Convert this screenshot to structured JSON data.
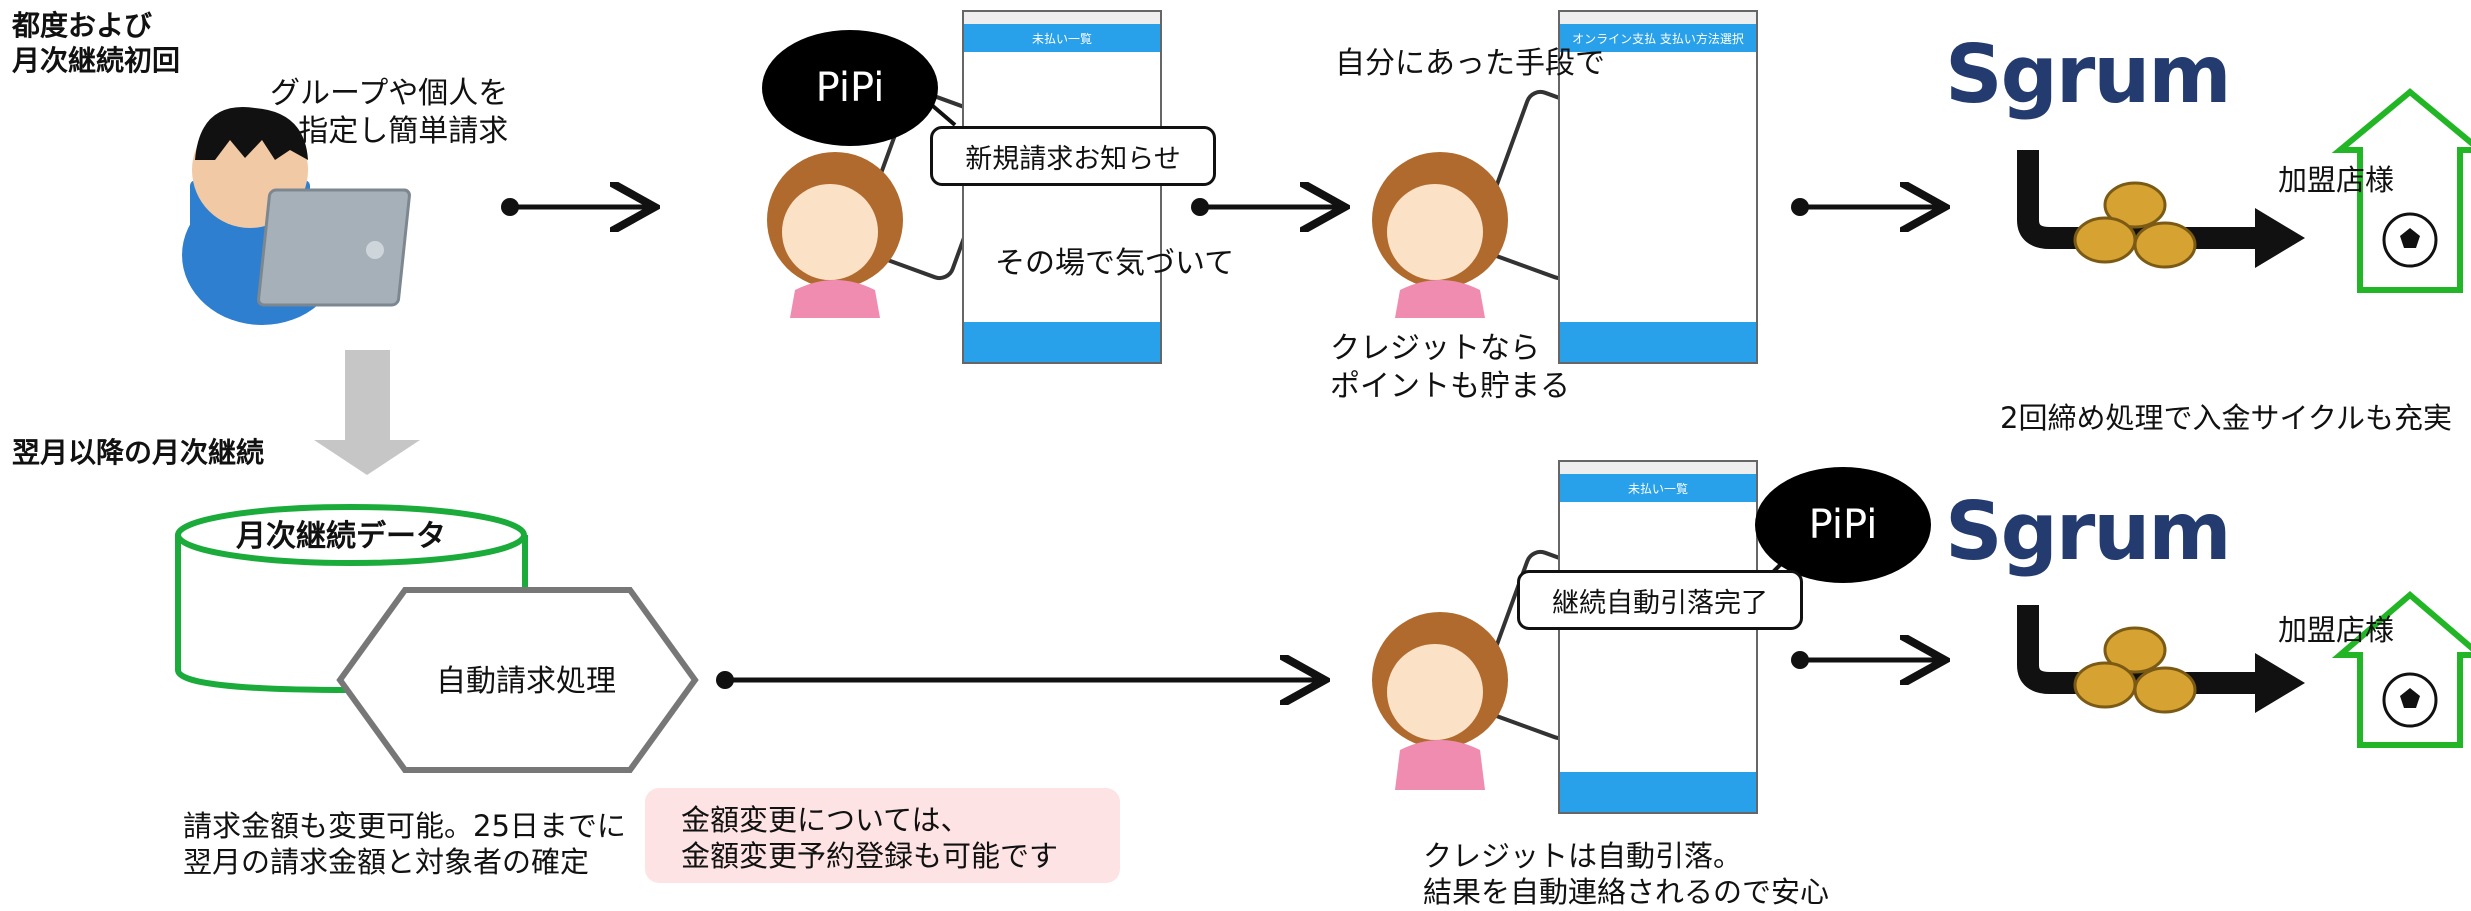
{
  "top_left_heading": "都度および\n  月次継続初回",
  "bottom_left_heading": "翌月以降の月次継続",
  "request_caption": "グループや個人を\n指定し簡単請求",
  "bubble_new_bill": "新規請求お知らせ",
  "caption_notice": "その場で気づいて",
  "pipi_label": "PiPi",
  "caption_choose_method": "自分にあった手段で",
  "caption_credit_points": "クレジットなら\nポイントも貯まる",
  "brand_name": "Sgrum",
  "member_store_label": "加盟店様",
  "caption_deposit_cycle": "2回締め処理で入金サイクルも充実",
  "database_label": "月次継続データ",
  "process_label": "自動請求処理",
  "bubble_auto_debit": "継続自動引落完了",
  "caption_amount_change": "請求金額も変更可能。25日までに\n翌月の請求金額と対象者の確定",
  "note_reservation": "金額変更については、\n金額変更予約登録も可能です",
  "caption_credit_auto": "クレジットは自動引落。\n結果を自動連絡されるので安心",
  "phone_list_title": "未払い一覧",
  "phone_method_title": "オンライン支払 支払い方法選択",
  "colors": {
    "flow_green": "#1aab3a",
    "brand_navy": "#233b6e",
    "phone_blue": "#29a0ea",
    "note_pink": "#fde3e3",
    "store_green": "#22b626"
  }
}
